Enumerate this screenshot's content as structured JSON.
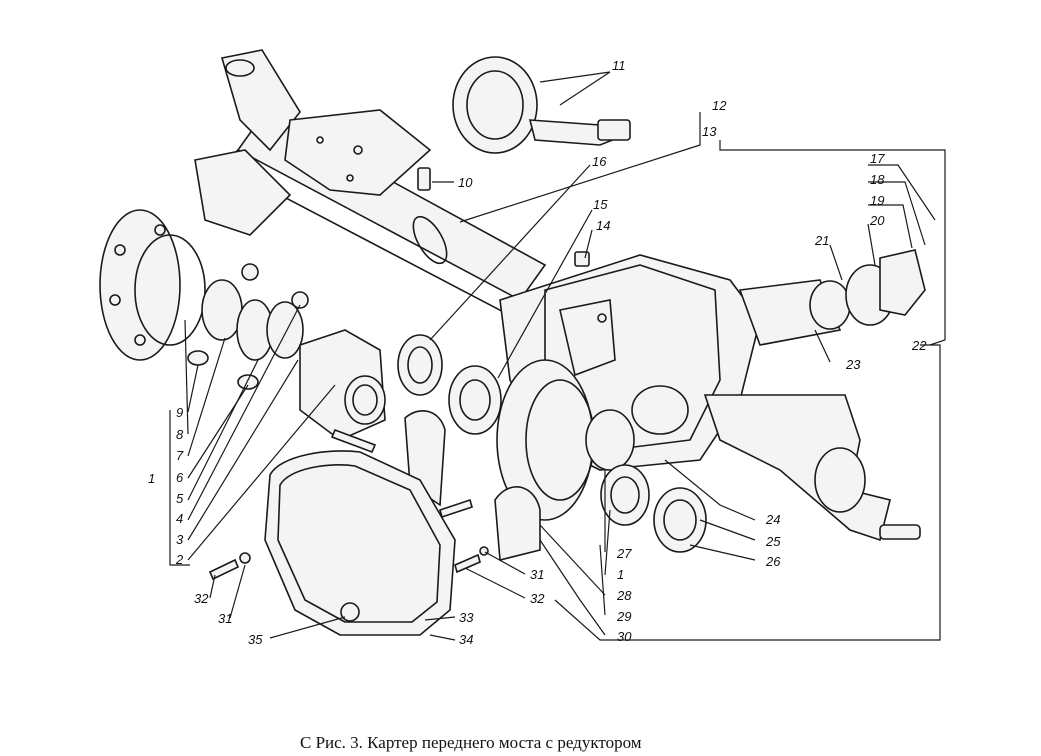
{
  "caption": "С  Рис. 3. Картер переднего моста с редуктором",
  "callouts": [
    "1",
    "2",
    "3",
    "4",
    "5",
    "6",
    "7",
    "8",
    "9",
    "10",
    "11",
    "12",
    "13",
    "14",
    "15",
    "16",
    "17",
    "18",
    "19",
    "20",
    "21",
    "22",
    "23",
    "24",
    "25",
    "26",
    "27",
    "28",
    "29",
    "30",
    "31",
    "32",
    "33",
    "34",
    "35",
    "1",
    "31",
    "32"
  ]
}
